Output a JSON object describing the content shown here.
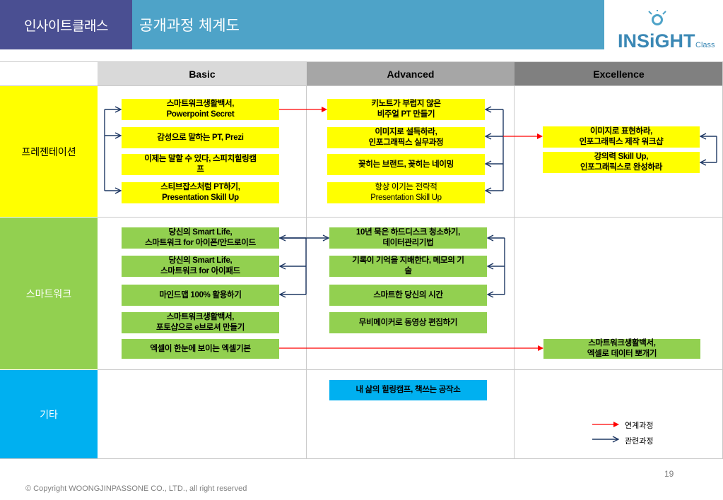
{
  "header": {
    "brand": "인사이트클래스",
    "title": "공개과정 체계도",
    "logo_text": "INSiGHT",
    "logo_sub": "Class"
  },
  "columns": [
    "Basic",
    "Advanced",
    "Excellence"
  ],
  "rows": {
    "presentation": "프레젠테이션",
    "smartwork": "스마트워크",
    "etc": "기타"
  },
  "courses": {
    "p_b1": "스마트워크생활백서,\nPowerpoint Secret",
    "p_b2": "감성으로 말하는 PT, Prezi",
    "p_b3": "이제는 말할 수 있다, 스피치힐링캠\n프",
    "p_b4": "스티브잡스처럼 PT하기,\nPresentation Skill Up",
    "p_a1": "키노트가 부럽지 않은\n비주얼 PT 만들기",
    "p_a2": "이미지로 설득하라,\n인포그래픽스 실무과정",
    "p_a3": "꽂히는 브랜드, 꽂히는 네이밍",
    "p_a4": "항상 이기는 전략적\nPresentation Skill Up",
    "p_e1": "이미지로 표현하라,\n인포그래픽스 제작 워크샵",
    "p_e2": "강의력 Skill Up,\n인포그래픽스로 완성하라",
    "s_b1": "당신의 Smart Life,\n스마트워크 for 아이폰/안드로이드",
    "s_b2": "당신의 Smart Life,\n스마트워크 for 아이패드",
    "s_b3": "마인드맵 100% 활용하기",
    "s_b4": "스마트워크생활백서,\n포토샵으로 e브로셔 만들기",
    "s_b5": "엑셀이 한눈에 보이는 엑셀기본",
    "s_a1": "10년 묵은 하드디스크 청소하기,\n데이터관리기법",
    "s_a2": "기록이 기억을 지배한다, 메모의 기\n술",
    "s_a3": "스마트한 당신의 시간",
    "s_a4": "무비메이커로 동영상 편집하기",
    "s_e1": "스마트워크생활백서,\n엑셀로 데이터 뽀개기",
    "o_a1": "내 삶의 힐링캠프, 책쓰는 공작소"
  },
  "legend": {
    "linked": "연계과정",
    "related": "관련과정",
    "linked_color": "#ff0000",
    "related_color": "#1f3864"
  },
  "colors": {
    "presentation": "#ffff00",
    "smartwork": "#92d050",
    "etc": "#00b0f0",
    "brand": "#4a4f92",
    "titlebar": "#4ea3c8"
  },
  "footer": {
    "page": "19",
    "copyright": "© Copyright WOONGJINPASSONE CO., LTD., all right reserved"
  }
}
